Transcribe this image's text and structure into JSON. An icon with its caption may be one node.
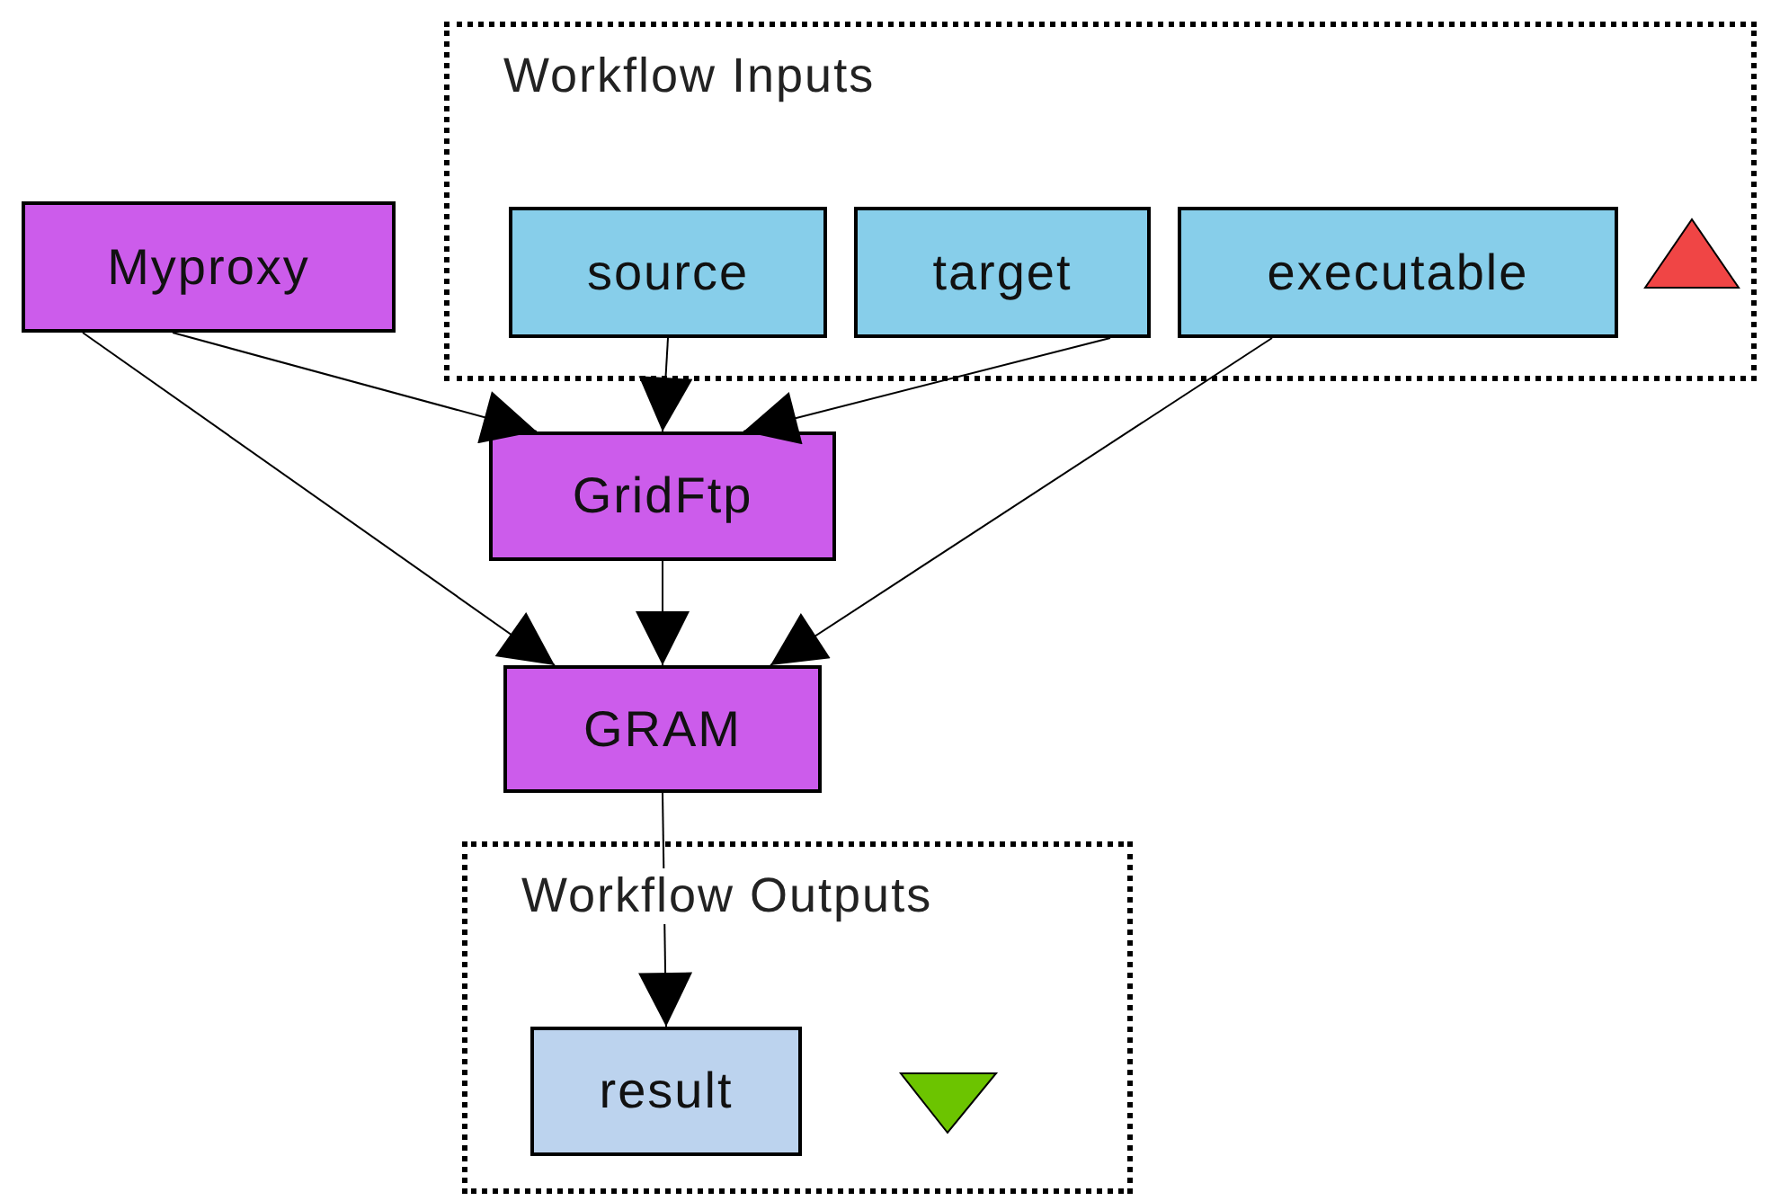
{
  "diagram": {
    "nodes": [
      {
        "text": [
          "Workflow Inputs"
        ]
      },
      {
        "text": [
          "Myproxy"
        ]
      },
      {
        "text": [
          "source"
        ],
        "in": 0
      },
      {
        "text": [
          "target"
        ],
        "in": 0
      },
      {
        "text": [
          "executable"
        ],
        "in": 0
      },
      {
        "text": [
          "GridFtp"
        ]
      },
      {
        "text": [
          "GRAM"
        ]
      },
      {
        "text": [
          "Workflow Outputs"
        ]
      },
      {
        "text": [
          "result"
        ],
        "in": 7
      }
    ],
    "edges": [
      {
        "from": 1,
        "to": 5,
        "arrow": "to"
      },
      {
        "from": 2,
        "to": 5,
        "arrow": "to"
      },
      {
        "from": 3,
        "to": 5,
        "arrow": "to"
      },
      {
        "from": 1,
        "to": 6,
        "arrow": "to"
      },
      {
        "from": 5,
        "to": 6,
        "arrow": "to"
      },
      {
        "from": 4,
        "to": 6,
        "arrow": "to"
      },
      {
        "from": 6,
        "to": 8,
        "arrow": "to"
      }
    ]
  }
}
